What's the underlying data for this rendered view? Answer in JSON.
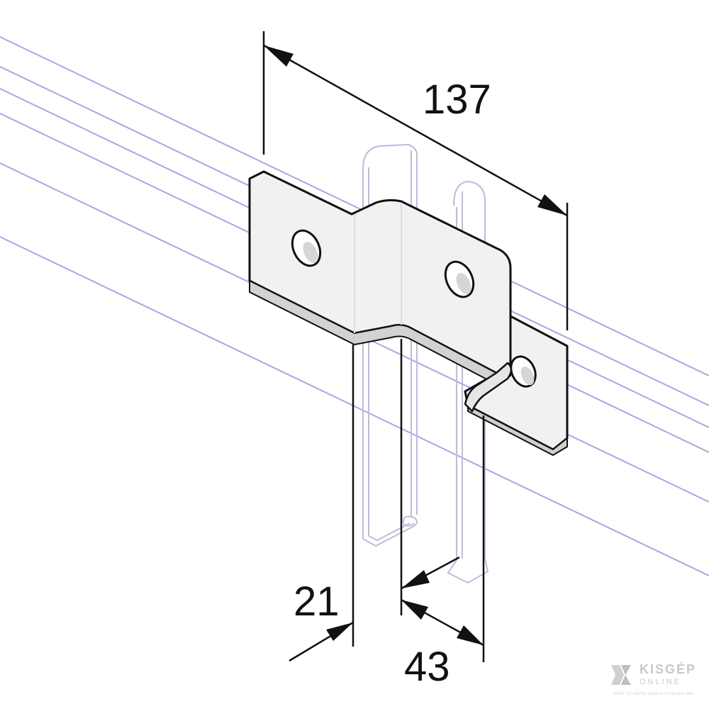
{
  "dimensions": {
    "overall_width": "137",
    "channel_width": "43",
    "thickness_offset": "21"
  },
  "colors": {
    "channel_lines": "#aaa6e6",
    "post_lines": "#bcbcdc",
    "bracket_outline": "#111111",
    "bracket_fill": "#f1f1f1",
    "bracket_edge": "#cfcfcf",
    "dimension_lines": "#111111"
  },
  "logo": {
    "word": "KISGÉP",
    "sub": "ONLINE",
    "tagline": "...MERT JÓ GÉPRE MINDIG SZÜKSÉG VAN"
  }
}
